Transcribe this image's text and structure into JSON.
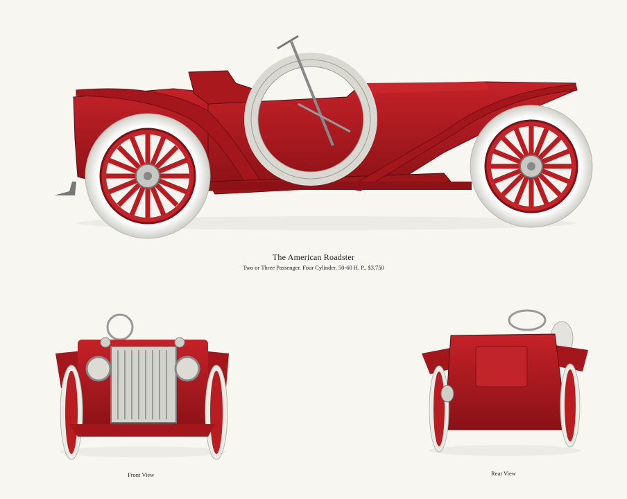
{
  "plate": {
    "title": "The American Roadster",
    "subtitle": "Two or Three Passenger.  Four Cylinder, 50-60 H. P., $3,750",
    "front_label": "Front View",
    "rear_label": "Rear View"
  },
  "colors": {
    "body_red": "#b81d22",
    "shadow_red": "#7e1014",
    "tire_white": "#ebebe6",
    "paper": "#f8f6f1"
  }
}
